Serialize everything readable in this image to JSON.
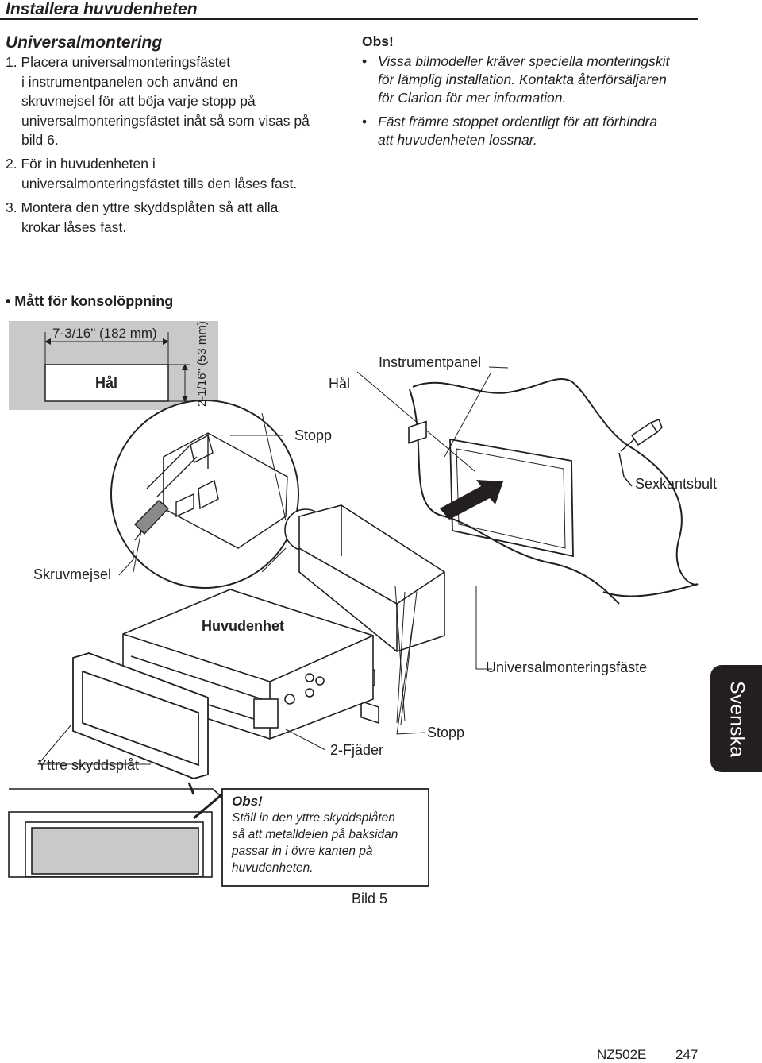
{
  "header": {
    "title": "Installera huvudenheten"
  },
  "left": {
    "section_title": "Universalmontering",
    "steps": [
      {
        "lines": [
          "1. Placera universalmonteringsfästet",
          "i instrumentpanelen och använd en",
          "skruvmejsel för att böja varje stopp på",
          "universalmonteringsfästet inåt så som visas på",
          "bild 6."
        ]
      },
      {
        "lines": [
          "2. För in huvudenheten i",
          "universalmonteringsfästet tills den låses fast."
        ]
      },
      {
        "lines": [
          "3. Montera den yttre skyddsplåten så att alla",
          "krokar låses fast."
        ]
      }
    ]
  },
  "right": {
    "obs_title": "Obs!",
    "bullets": [
      {
        "lines": [
          "Vissa bilmodeller kräver speciella monteringskit",
          "för lämplig installation. Kontakta återförsäljaren",
          "för Clarion för mer information."
        ]
      },
      {
        "lines": [
          "Fäst främre stoppet ordentligt för att förhindra",
          "att huvudenheten lossnar."
        ]
      }
    ]
  },
  "figure": {
    "matt_heading": "• Mått för konsolöppning",
    "width_dim": "7-3/16\" (182 mm)",
    "height_dim": "2-1/16\" (53 mm)",
    "hal_inner": "Hål",
    "hal_outer": "Hål",
    "instrumentpanel": "Instrumentpanel",
    "stopp_top": "Stopp",
    "sexkantsbult": "Sexkantsbult",
    "skruvmejsel": "Skruvmejsel",
    "huvudenhet": "Huvudenhet",
    "universalmonteringsfaste": "Universalmonteringsfäste",
    "stopp_bottom": "Stopp",
    "fjader": "2-Fjäder",
    "yttre_skyddsplat": "Yttre skyddsplåt",
    "note_title": "Obs!",
    "note_lines": [
      "Ställ in den yttre skyddsplåten",
      "så att metalldelen på baksidan",
      "passar in i övre kanten på",
      "huvudenheten."
    ],
    "caption": "Bild 5"
  },
  "side_tab": {
    "label": "Svenska"
  },
  "footer": {
    "model": "NZ502E",
    "page": "247"
  }
}
